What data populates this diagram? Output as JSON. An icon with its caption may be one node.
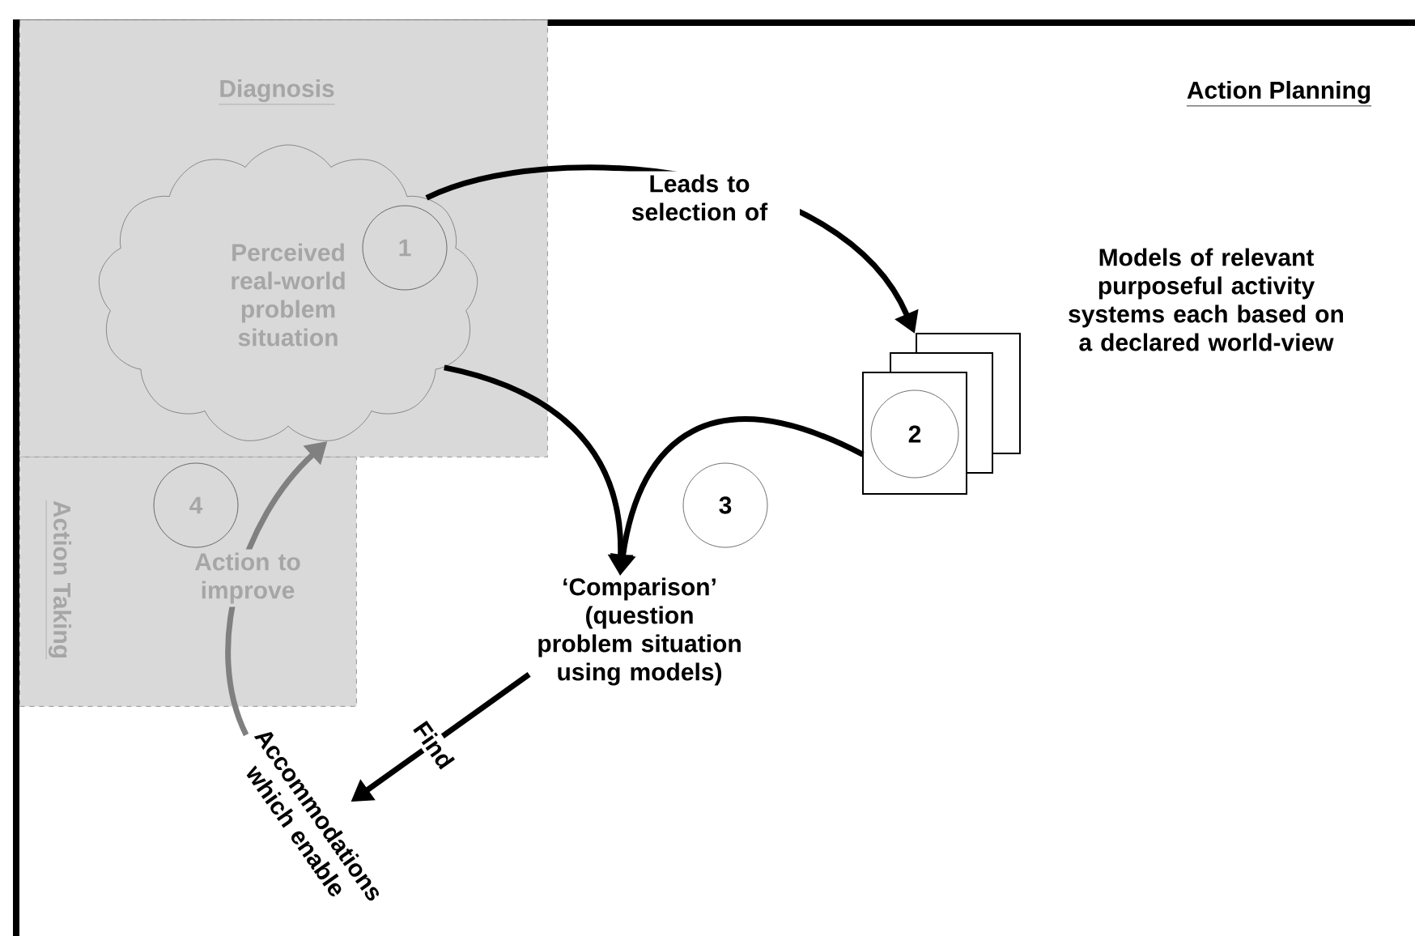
{
  "diagram": {
    "nodes": [
      {
        "text": [
          "Action Planning"
        ]
      },
      {
        "text": [
          "Diagnosis"
        ],
        "in": 0
      },
      {
        "text": [
          "Action Taking"
        ],
        "in": 0
      },
      {
        "text": [
          "Perceived real-world problem situation"
        ],
        "in": 1
      },
      {
        "text": [
          "1"
        ],
        "in": 3
      },
      {
        "text": [],
        "shape": "box",
        "in": 0,
        "beside": [
          "Models of relevant purposeful activity systems each based on a declared world-view"
        ]
      },
      {
        "text": [
          "2"
        ],
        "in": 5
      },
      {
        "text": [
          "‘Comparison’ (question problem situation using models)"
        ],
        "in": 0
      },
      {
        "text": [
          "3"
        ],
        "in": 0
      },
      {
        "text": [
          "Accommodations which enable"
        ],
        "in": 0
      },
      {
        "text": [
          "4"
        ],
        "in": 2
      }
    ],
    "edges": [
      {
        "from": 3,
        "to": 5,
        "arrow": "to",
        "label": "Leads to selection of"
      },
      {
        "from": 3,
        "to": 7,
        "arrow": "to"
      },
      {
        "from": 5,
        "to": 7,
        "arrow": "to"
      },
      {
        "from": 7,
        "to": 9,
        "arrow": "to",
        "label": "Find"
      },
      {
        "from": 9,
        "to": 3,
        "arrow": "to",
        "label": "Action to improve",
        "color": "#808080"
      }
    ]
  }
}
